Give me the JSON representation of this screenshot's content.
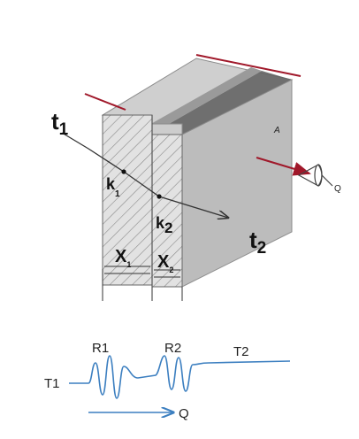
{
  "labels": {
    "t1_main": "t",
    "t1_sub": "1",
    "t2_main": "t",
    "t2_sub": "2",
    "k1_main": "k",
    "k1_sub": "1",
    "k2_main": "k",
    "k2_sub": "2",
    "x1_main": "X",
    "x1_sub": "1",
    "x2_main": "X",
    "x2_sub": "2",
    "area": "A",
    "heat_q": "Q"
  },
  "waveform": {
    "t1": "T1",
    "r1": "R1",
    "r2": "R2",
    "t2": "T2",
    "q": "Q"
  },
  "colors": {
    "arrow_red": "#a0182a",
    "wave_blue": "#3c7fc0",
    "face_front": "#d8d8d8",
    "face_top": "#c9c9c9",
    "face_side": "#bdbdbd",
    "band_dark": "#5e5e5e"
  }
}
